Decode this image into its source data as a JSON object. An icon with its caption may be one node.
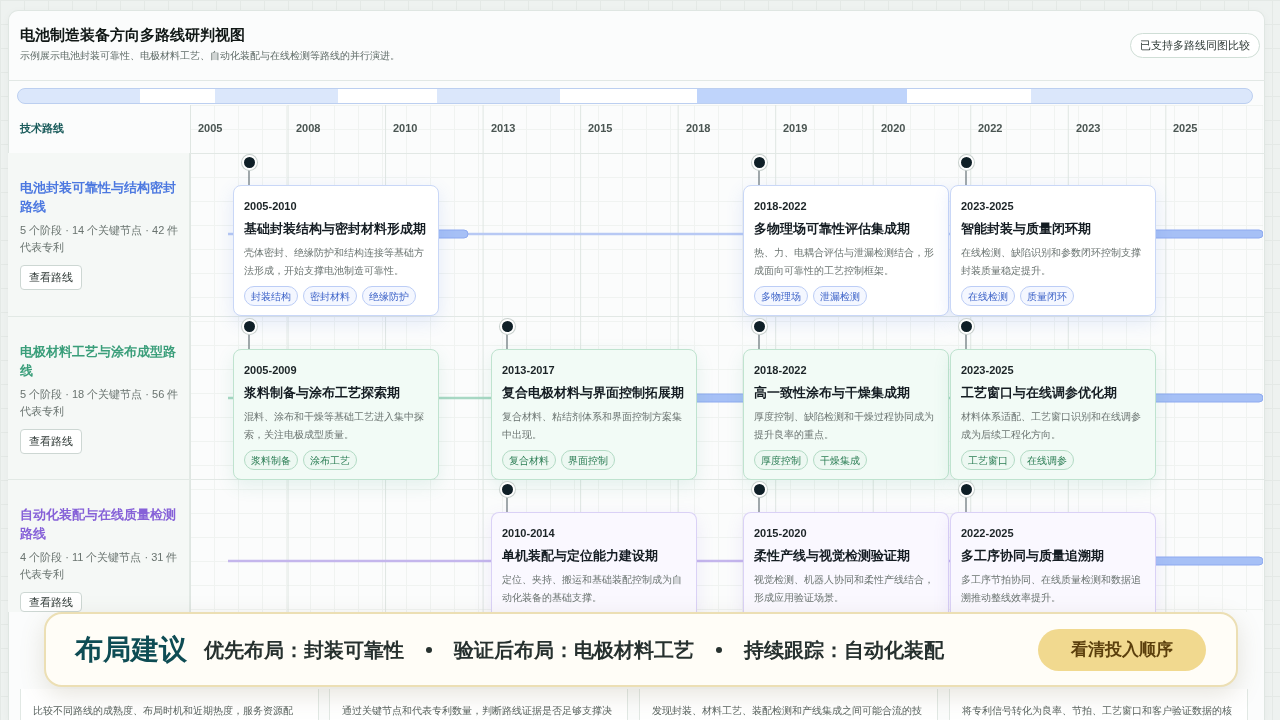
{
  "diagram": {
    "title": "电池制造装备方向多路线研判视图",
    "nodes": [
      {
        "text": [
          "已支持多路线同图比较"
        ]
      },
      {
        "text": [
          "电池封装可靠性与结构密封路线",
          "5 个阶段 · 14 个关键节点 · 42 件代表专利"
        ]
      },
      {
        "text": [
          "查看路线"
        ],
        "in": 1
      },
      {
        "text": [
          "2005-2010",
          "基础封装结构与密封材料形成期",
          "壳体密封、绝缘防护和结构连接等基础方法形成，开始支撑电池制造可靠性。"
        ]
      },
      {
        "text": [
          "封装结构"
        ],
        "in": 3
      },
      {
        "text": [
          "密封材料"
        ],
        "in": 3
      },
      {
        "text": [
          "绝缘防护"
        ],
        "in": 3
      },
      {
        "text": [
          "2018-2022",
          "多物理场可靠性评估集成期",
          "热、力、电耦合评估与泄漏检测结合，形成面向可靠性的工艺控制框架。"
        ]
      },
      {
        "text": [
          "多物理场"
        ],
        "in": 7
      },
      {
        "text": [
          "泄漏检测"
        ],
        "in": 7
      },
      {
        "text": [
          "2023-2025",
          "智能封装与质量闭环期",
          "在线检测、缺陷识别和参数闭环控制支撑封装质量稳定提升。"
        ]
      },
      {
        "text": [
          "在线检测"
        ],
        "in": 10
      },
      {
        "text": [
          "质量闭环"
        ],
        "in": 10
      },
      {
        "text": [
          "电极材料工艺与涂布成型路线",
          "5 个阶段 · 18 个关键节点 · 56 件代表专利"
        ]
      },
      {
        "text": [
          "查看路线"
        ],
        "in": 13
      },
      {
        "text": [
          "2005-2009",
          "浆料制备与涂布工艺探索期",
          "混料、涂布和干燥等基础工艺进入集中探索，关注电极成型质量。"
        ]
      },
      {
        "text": [
          "浆料制备"
        ],
        "in": 15
      },
      {
        "text": [
          "涂布工艺"
        ],
        "in": 15
      },
      {
        "text": [
          "2013-2017",
          "复合电极材料与界面控制拓展期",
          "复合材料、粘结剂体系和界面控制方案集中出现。"
        ]
      },
      {
        "text": [
          "复合材料"
        ],
        "in": 18
      },
      {
        "text": [
          "界面控制"
        ],
        "in": 18
      },
      {
        "text": [
          "2018-2022",
          "高一致性涂布与干燥集成期",
          "厚度控制、缺陷检测和干燥过程协同成为提升良率的重点。"
        ]
      },
      {
        "text": [
          "厚度控制"
        ],
        "in": 21
      },
      {
        "text": [
          "干燥集成"
        ],
        "in": 21
      },
      {
        "text": [
          "2023-2025",
          "工艺窗口与在线调参优化期",
          "材料体系适配、工艺窗口识别和在线调参成为后续工程化方向。"
        ]
      },
      {
        "text": [
          "工艺窗口"
        ],
        "in": 24
      },
      {
        "text": [
          "在线调参"
        ],
        "in": 24
      },
      {
        "text": [
          "自动化装配与在线质量检测路线",
          "4 个阶段 · 11 个关键节点 · 31 件代表专利"
        ]
      },
      {
        "text": [
          "查看路线"
        ],
        "in": 27
      },
      {
        "text": [
          "2010-2014",
          "单机装配与定位能力建设期",
          "定位、夹持、搬运和基础装配控制成为自动化装备的基础支撑。"
        ]
      },
      {
        "text": [
          "2015-2020",
          "柔性产线与视觉检测验证期",
          "视觉检测、机器人协同和柔性产线结合，形成应用验证场景。"
        ]
      },
      {
        "text": [
          "2022-2025",
          "多工序协同与质量追溯期",
          "多工序节拍协同、在线质量检测和数据追溯推动整线效率提升。"
        ]
      },
      {
        "text": [
          "布局建议",
          "优先布局：封装可靠性",
          "验证后布局：电极材料工艺",
          "持续跟踪：自动化装配"
        ]
      },
      {
        "text": [
          "看清投入顺序"
        ],
        "in": 32
      },
      {
        "text": [
          "比较不同路线的成熟度、布局时机和近期热度，服务资源配"
        ]
      },
      {
        "text": [
          "通过关键节点和代表专利数量，判断路线证据是否足够支撑决"
        ]
      },
      {
        "text": [
          "发现封装、材料工艺、装配检测和产线集成之间可能合流的技"
        ]
      },
      {
        "text": [
          "将专利信号转化为良率、节拍、工艺窗口和客户验证数据的核"
        ]
      },
      {
        "text": [],
        "shape": "circle"
      },
      {
        "text": [],
        "shape": "circle"
      },
      {
        "text": [],
        "shape": "circle"
      },
      {
        "text": [],
        "shape": "circle"
      },
      {
        "text": [],
        "shape": "circle"
      },
      {
        "text": [],
        "shape": "circle"
      },
      {
        "text": [],
        "shape": "circle"
      },
      {
        "text": [],
        "shape": "circle"
      },
      {
        "text": [],
        "shape": "circle"
      },
      {
        "text": [],
        "shape": "circle"
      }
    ],
    "edges": [
      {
        "from": 38,
        "to": 3,
        "arrow": "none"
      },
      {
        "from": 39,
        "to": 7,
        "arrow": "none"
      },
      {
        "from": 40,
        "to": 10,
        "arrow": "none"
      },
      {
        "from": 41,
        "to": 15,
        "arrow": "none"
      },
      {
        "from": 42,
        "to": 18,
        "arrow": "none"
      },
      {
        "from": 43,
        "to": 21,
        "arrow": "none"
      },
      {
        "from": 44,
        "to": 24,
        "arrow": "none"
      },
      {
        "from": 45,
        "to": 29,
        "arrow": "none"
      },
      {
        "from": 46,
        "to": 30,
        "arrow": "none"
      },
      {
        "from": 47,
        "to": 31,
        "arrow": "none"
      }
    ],
    "labels": [
      "示例展示电池封装可靠性、电极材料工艺、自动化装配与在线检测等路线的并行演进。",
      "技术路线",
      "2005",
      "2008",
      "2010",
      "2013",
      "2015",
      "2018",
      "2019",
      "2020",
      "2022",
      "2023",
      "2025"
    ]
  }
}
